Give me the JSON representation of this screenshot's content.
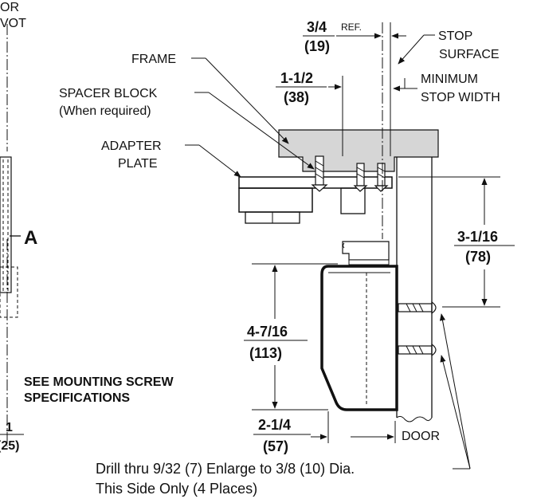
{
  "labels": {
    "pivot_a": "OR",
    "pivot_b": "VOT",
    "frame": "FRAME",
    "spacer_a": "SPACER BLOCK",
    "spacer_b": "(When required)",
    "adapter_a": "ADAPTER",
    "adapter_b": "PLATE",
    "stop_a": "STOP",
    "stop_b": "SURFACE",
    "minstop_a": "MINIMUM",
    "minstop_b": "STOP WIDTH",
    "section": "A",
    "screw_a": "SEE MOUNTING SCREW",
    "screw_b": "SPECIFICATIONS",
    "door": "DOOR",
    "drill_a": "Drill thru 9/32 (7) Enlarge to 3/8 (10) Dia.",
    "drill_b": "This Side Only (4 Places)"
  },
  "dimensions": {
    "ref": {
      "value": "3/4",
      "metric": "(19)",
      "note": "REF."
    },
    "d1": {
      "value": "1-1/2",
      "metric": "(38)"
    },
    "d2": {
      "value": "3-1/16",
      "metric": "(78)"
    },
    "d3": {
      "value": "4-7/16",
      "metric": "(113)"
    },
    "d4": {
      "value": "2-1/4",
      "metric": "(57)"
    },
    "d5": {
      "value": "1",
      "metric": "(25)"
    }
  }
}
